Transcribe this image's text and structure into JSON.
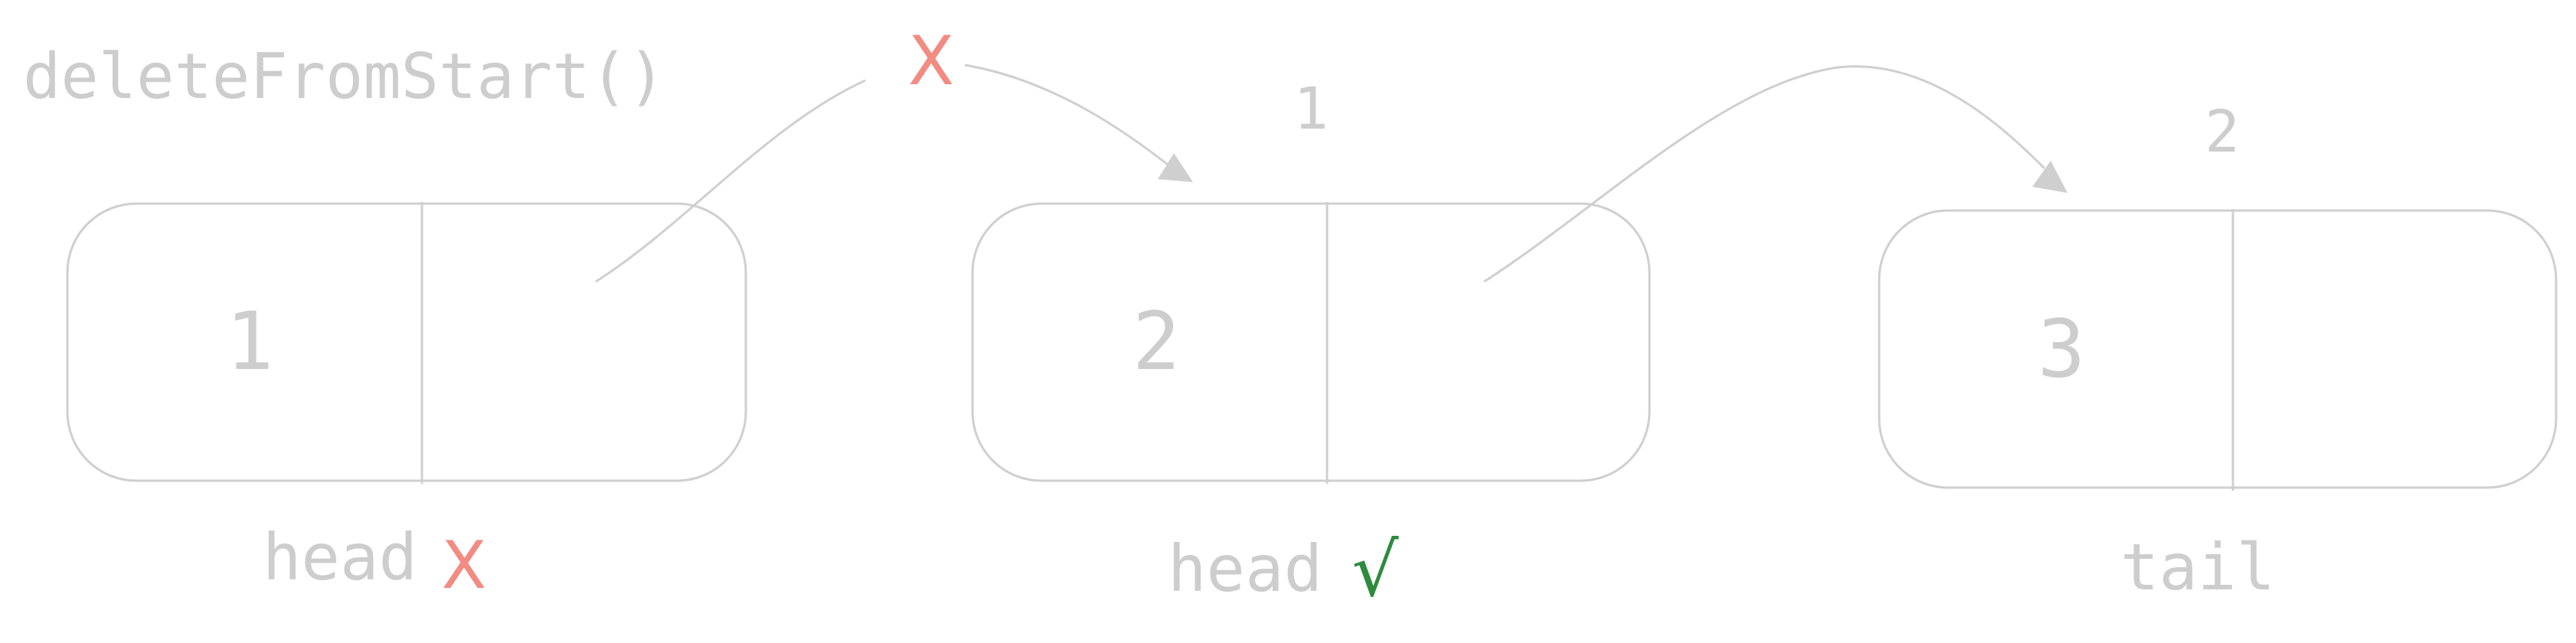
{
  "title": "deleteFromStart()",
  "colors": {
    "stroke": "#cfcfcf",
    "text": "#cdcdcd",
    "cross": "#f28b82",
    "check": "#2e8b3e"
  },
  "nodes": [
    {
      "value": "1",
      "index_label": ""
    },
    {
      "value": "2",
      "index_label": "1"
    },
    {
      "value": "3",
      "index_label": "2"
    }
  ],
  "pointers": {
    "old_head": {
      "label": "head",
      "status_icon": "cross-icon",
      "status_mark": "X"
    },
    "new_head": {
      "label": "head",
      "status_icon": "check-icon",
      "status_mark": "√"
    },
    "tail": {
      "label": "tail"
    }
  },
  "removed_link_mark": "X"
}
